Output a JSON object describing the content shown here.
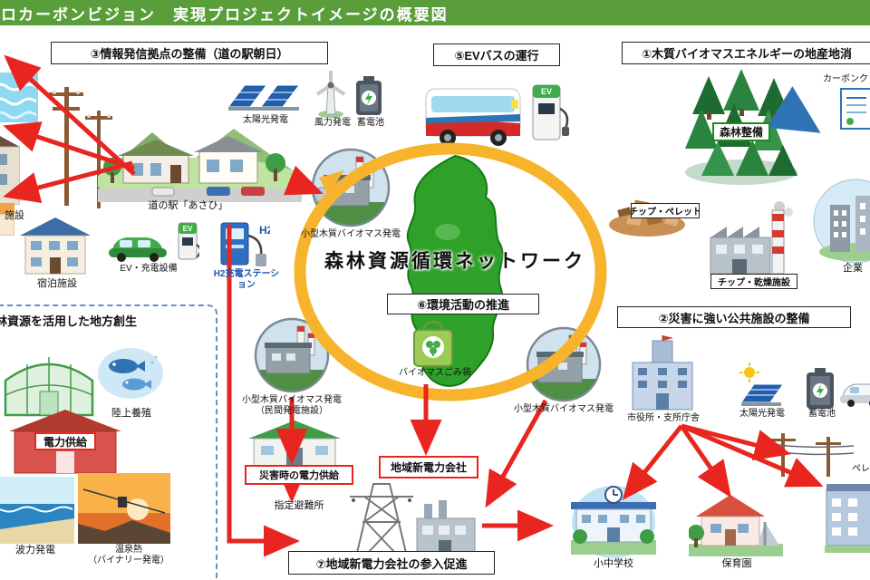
{
  "header": {
    "title": "ゼロカーボンビジョン　実現プロジェクトイメージの概要図"
  },
  "network": {
    "title": "森林資源循環ネットワーク",
    "plant_top": "小型木質バイオマス発電",
    "plant_left": "小型木質バイオマス発電\n（民間発電施設）",
    "plant_right": "小型木質バイオマス発電"
  },
  "s1": {
    "title": "①木質バイオマスエネルギーの地産地消",
    "forest": "森林整備",
    "carbon_credit": "カーボンクレジット",
    "chips": "チップ・ペレット",
    "dry_facility": "チップ・乾燥施設",
    "company": "企業"
  },
  "s2": {
    "title": "②災害に強い公共施設の整備",
    "cityhall": "市役所・支所庁舎",
    "solar": "太陽光発電",
    "battery": "蓄電池",
    "pellet_boiler": "ペレットボイラー",
    "school": "小中学校",
    "nursery": "保育園"
  },
  "s3": {
    "title": "③情報発信拠点の整備（道の駅朝日）",
    "solar": "太陽光発電",
    "wind": "風力発電",
    "battery": "蓄電池",
    "station": "道の駅「あさひ」",
    "ev": "EV・充電設備",
    "h2": "H2充電ステーション",
    "hotel": "宿泊施設",
    "facility": "施設"
  },
  "s5": {
    "title": "⑤EVバスの運行"
  },
  "s6": {
    "title": "⑥環境活動の推進",
    "bag": "バイオマスごみ袋"
  },
  "s7": {
    "title": "⑦地域新電力会社の参入促進",
    "company": "地域新電力会社",
    "disaster": "災害時の電力供給",
    "shelter": "指定避難所"
  },
  "regional": {
    "title": "森林資源を活用した地方創生",
    "aquaculture": "陸上養殖",
    "supply": "電力供給",
    "wave": "波力発電",
    "onsen": "温泉熱\n（バイナリー発電）"
  },
  "marks": {
    "ev": "EV",
    "h2": "H2"
  },
  "colors": {
    "header_green": "#5a9e3c",
    "arrow_red": "#e8251f",
    "ring_yellow": "#f7b32b",
    "arrow_blue": "#2e74b5",
    "map_green": "#2fa02a"
  }
}
